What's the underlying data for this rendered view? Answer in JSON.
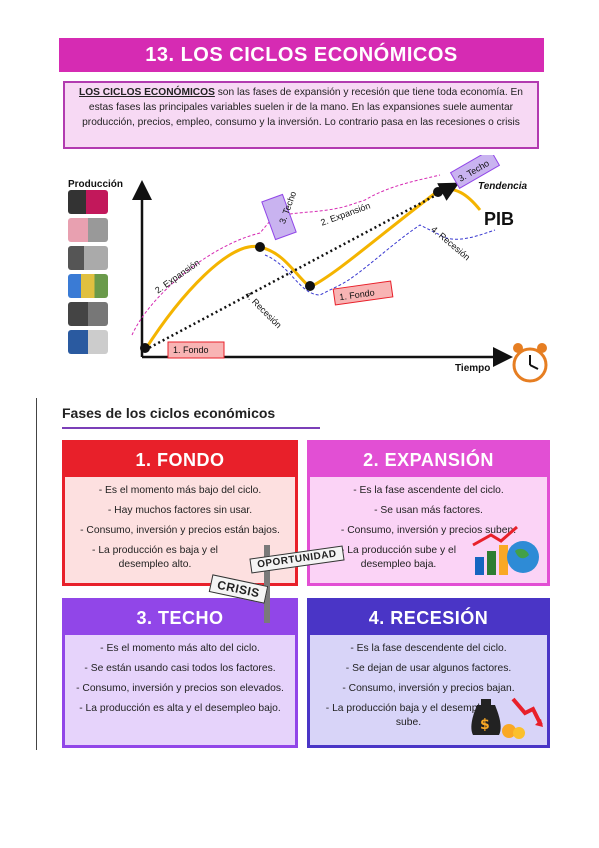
{
  "title": "13. LOS CICLOS ECONÓMICOS",
  "intro": {
    "lead": "LOS CICLOS ECONÓMICOS",
    "rest": " son las fases de expansión y recesión que tiene toda economía. En estas fases las principales variables suelen ir de la mano. En las expansiones suele aumentar producción, precios, empleo, consumo y la inversión. Lo contrario pasa en las recesiones o crisis"
  },
  "diagram": {
    "y_axis": "Producción",
    "x_axis": "Tiempo",
    "tendencia": "Tendencia",
    "pib": "PIB",
    "fondo_1": "1. Fondo",
    "fondo_2": "1. Fondo",
    "expansion_1": "2. Expansión",
    "expansion_2": "2. Expansión",
    "techo_1": "3. Techo",
    "techo_2": "3. Techo",
    "recesion_1": "4. Recesión",
    "recesion_2": "4. Recesión"
  },
  "section_heading": "Fases de los ciclos económicos",
  "cards": {
    "fondo": {
      "title": "1. FONDO",
      "items": [
        "- Es el momento más bajo del ciclo.",
        "- Hay muchos factores sin usar.",
        "- Consumo, inversión y precios están bajos.",
        "- La producción es baja y el desempleo alto."
      ]
    },
    "expansion": {
      "title": "2. EXPANSIÓN",
      "items": [
        "- Es la fase ascendente del ciclo.",
        "- Se usan más factores.",
        "- Consumo, inversión y precios suben.",
        "- La producción sube y el desempleo baja."
      ]
    },
    "techo": {
      "title": "3. TECHO",
      "items": [
        "- Es el momento más alto del ciclo.",
        "- Se están usando casi todos los factores.",
        "- Consumo, inversión y precios son elevados.",
        "- La producción es alta y el desempleo bajo."
      ]
    },
    "recesion": {
      "title": "4. RECESIÓN",
      "items": [
        "- Es la fase descendente del ciclo.",
        "- Se dejan de usar algunos factores.",
        "- Consumo, inversión y precios bajan.",
        "- La producción baja y el desempleo sube."
      ]
    }
  },
  "signs": {
    "oportunidad": "OPORTUNIDAD",
    "crisis": "CRISIS"
  },
  "colors": {
    "title": "#d62bb3",
    "fondo": "#e8202a",
    "expansion": "#e24fd4",
    "techo": "#9146e8",
    "recesion": "#4a35c6",
    "pib_curve": "#f4b400"
  }
}
